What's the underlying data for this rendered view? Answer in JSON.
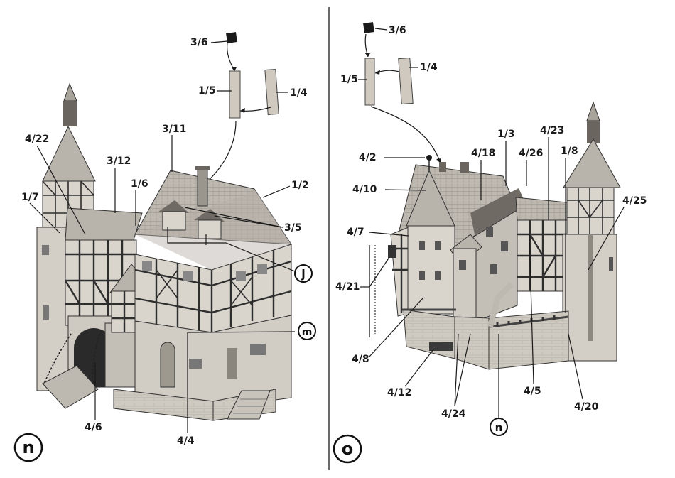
{
  "left_panel": {
    "panel_mark": "n",
    "labels": {
      "l_3_6": "3/6",
      "l_1_5": "1/5",
      "l_1_4": "1/4",
      "l_3_11": "3/11",
      "l_4_22": "4/22",
      "l_3_12": "3/12",
      "l_1_6": "1/6",
      "l_1_2": "1/2",
      "l_1_7": "1/7",
      "l_3_5": "3/5",
      "l_4_6": "4/6",
      "l_4_4": "4/4"
    },
    "circle_marks": {
      "j": "j",
      "m": "m"
    }
  },
  "right_panel": {
    "panel_mark": "o",
    "labels": {
      "l_3_6": "3/6",
      "l_1_4": "1/4",
      "l_1_5": "1/5",
      "l_1_3": "1/3",
      "l_4_23": "4/23",
      "l_4_2": "4/2",
      "l_4_18": "4/18",
      "l_4_26": "4/26",
      "l_1_8": "1/8",
      "l_4_10": "4/10",
      "l_4_25": "4/25",
      "l_4_7": "4/7",
      "l_4_21": "4/21",
      "l_4_8": "4/8",
      "l_4_12": "4/12",
      "l_4_24": "4/24",
      "l_4_5": "4/5",
      "l_4_20": "4/20"
    },
    "circle_marks": {
      "n": "n"
    }
  },
  "colors": {
    "ink": "#1a1a1a",
    "plaster": "#d9d4cc",
    "roof": "#b8b3ab",
    "timber": "#2e2e2e",
    "stone": "#c9c4bb",
    "shadow": "#8d8880"
  }
}
